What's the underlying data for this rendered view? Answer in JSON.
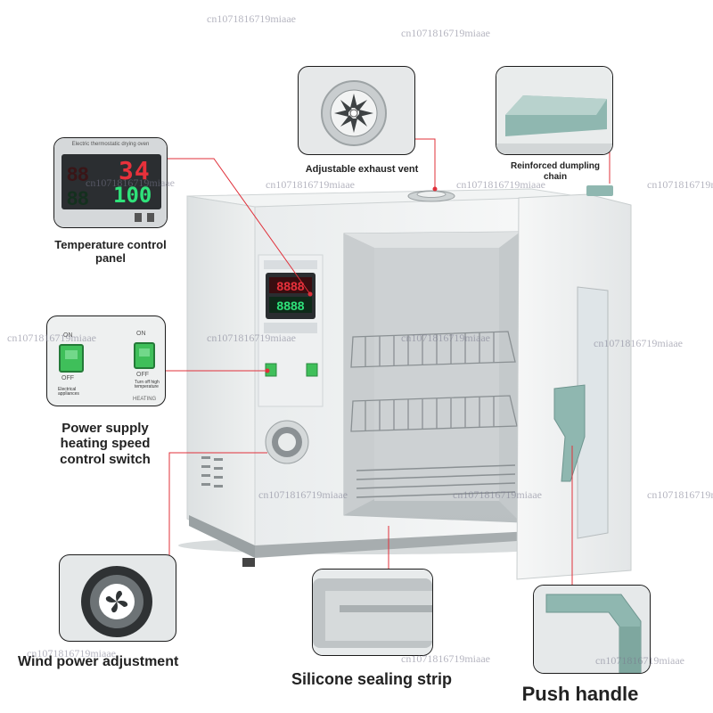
{
  "colors": {
    "accent_teal": "#8fb7b0",
    "callout_line": "#e0303a",
    "digit_red": "#e8313b",
    "digit_green": "#2fe27a",
    "switch_green": "#3fbf5a"
  },
  "labels": {
    "exhaust": "Adjustable exhaust vent",
    "chain_line1": "Reinforced dumpling",
    "chain_line2": "chain",
    "temp_line1": "Temperature control",
    "temp_line2": "panel",
    "power_line1": "Power supply",
    "power_line2": "heating speed",
    "power_line3": "control switch",
    "wind": "Wind power adjustment",
    "silicone": "Silicone sealing strip",
    "handle": "Push handle"
  },
  "temp_panel": {
    "header": "Electric thermostatic drying oven",
    "reading_top": "34",
    "reading_bottom": "100"
  },
  "switch_panel": {
    "on": "ON",
    "off": "OFF",
    "caption_left": "Electrical appliances",
    "caption_right": "Turn off high temperature",
    "heating": "HEATING"
  },
  "watermark": "cn1071816719miaae"
}
